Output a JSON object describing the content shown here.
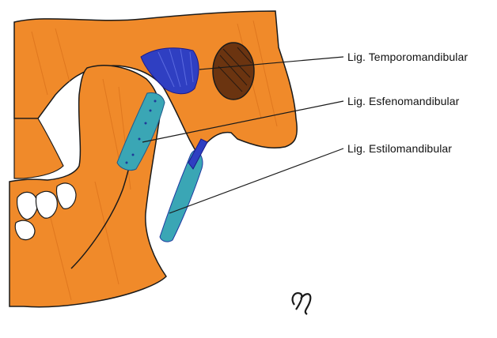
{
  "labels": {
    "temporomandibular": "Lig. Temporomandibular",
    "esfenomandibular": "Lig. Esfenomandibular",
    "estilomandibular": "Lig. Estilomandibular"
  },
  "colors": {
    "bone": "#f08a2a",
    "bone_shade": "#d9701a",
    "ligament": "#2f3fc2",
    "ligament_speckle": "#3aa6b5",
    "outline": "#1a1a1a",
    "teeth": "#ffffff"
  }
}
